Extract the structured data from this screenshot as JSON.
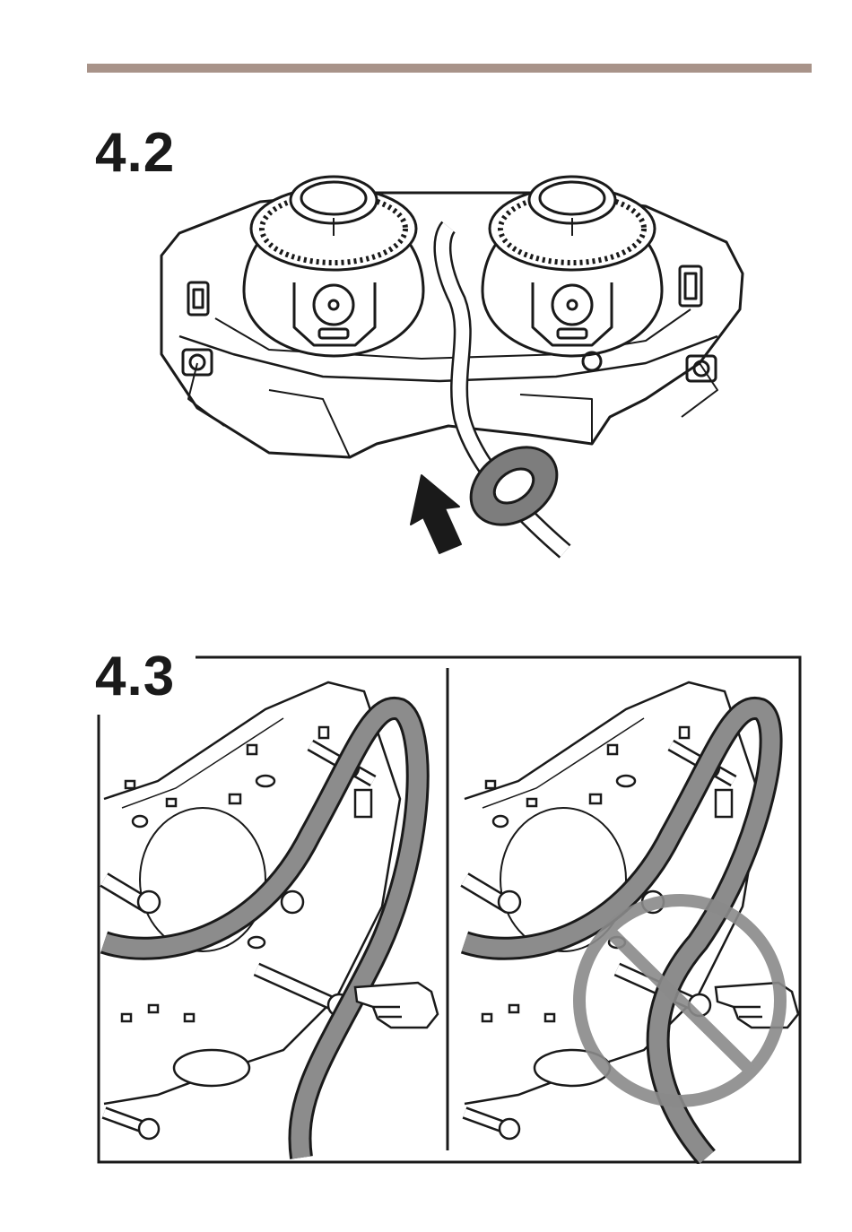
{
  "page": {
    "rule_color": "#a89389"
  },
  "steps": [
    {
      "number": "4.2"
    },
    {
      "number": "4.3"
    }
  ],
  "step_43_panels": [
    {
      "kind": "correct"
    },
    {
      "kind": "incorrect",
      "icon": "prohibition-icon"
    }
  ],
  "colors": {
    "line": "#1a1a1a",
    "cable": "#8c8c8c",
    "grommet": "#7d7d7d",
    "prohibition": "#8a8a8a",
    "shadow": "#bdbdbd"
  }
}
